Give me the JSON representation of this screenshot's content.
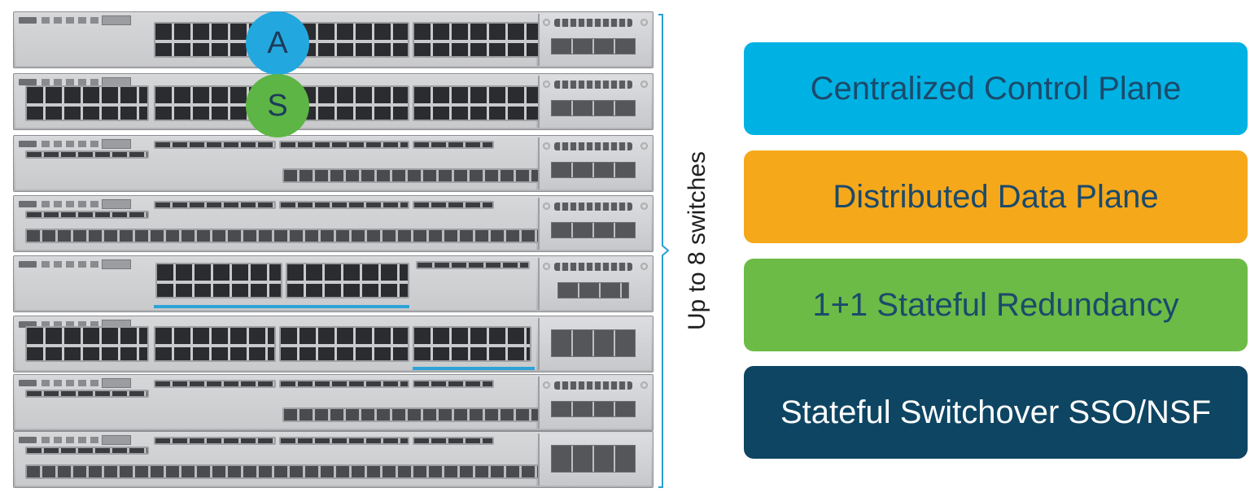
{
  "stack": {
    "badges": {
      "active": "A",
      "standby": "S"
    },
    "colors": {
      "active_badge": "#22a8df",
      "standby_badge": "#5cb544",
      "bracket": "#2a9fd6"
    }
  },
  "bracket_label": "Up to 8 switches",
  "features": [
    {
      "label": "Centralized Control Plane",
      "bg": "#00b2e3",
      "fg": "#1b4a6b"
    },
    {
      "label": "Distributed Data Plane",
      "bg": "#f6a81b",
      "fg": "#1b4a6b"
    },
    {
      "label": "1+1 Stateful Redundancy",
      "bg": "#6cbb46",
      "fg": "#1b4a6b"
    },
    {
      "label": "Stateful Switchover SSO/NSF",
      "bg": "#0e4563",
      "fg": "#ffffff"
    }
  ]
}
